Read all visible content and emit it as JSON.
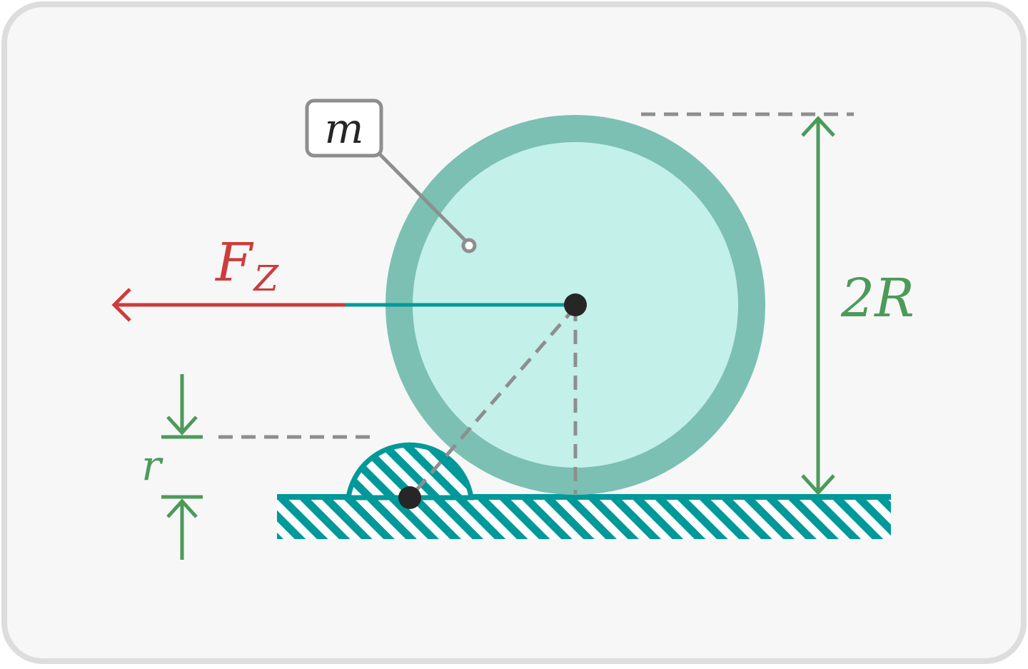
{
  "labels": {
    "mass": "m",
    "force_main": "F",
    "force_sub": "Z",
    "diameter": "2R",
    "step_height": "r"
  },
  "colors": {
    "background": "#f7f7f7",
    "frame": "#dddddd",
    "wheel_rim": "#7bc0b3",
    "wheel_fill": "#c3f0e9",
    "ground": "#00999a",
    "force": "#cc3d3d",
    "dimension": "#4c9a5a",
    "guide": "#8e8e8e",
    "pivot": "#262626"
  }
}
